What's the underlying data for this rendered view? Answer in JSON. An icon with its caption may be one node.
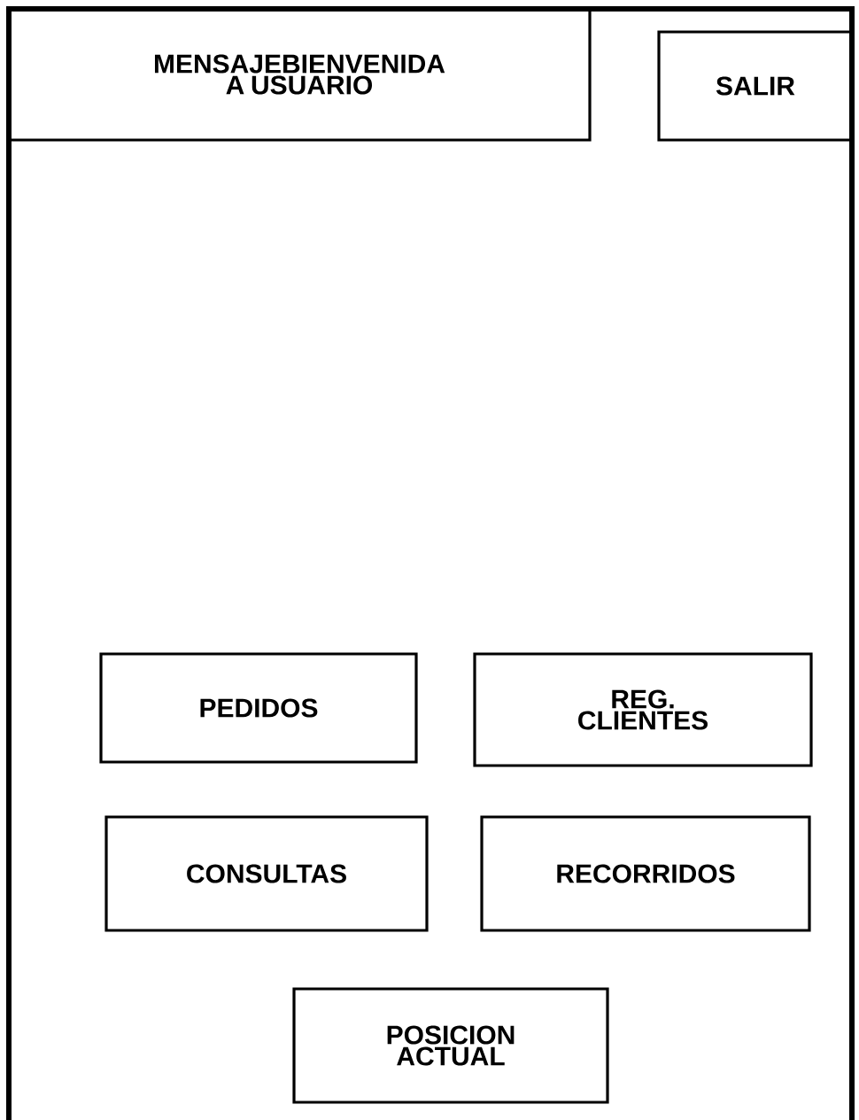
{
  "diagram": {
    "nodes": [
      {
        "text": [],
        "shape": "box"
      },
      {
        "text": [
          "MENSAJEBIENVENIDA A USUARIO"
        ],
        "in": 0
      },
      {
        "text": [
          "SALIR"
        ],
        "in": 0
      },
      {
        "text": [
          "PEDIDOS"
        ],
        "in": 0
      },
      {
        "text": [
          "REG. CLIENTES"
        ],
        "in": 0
      },
      {
        "text": [
          "CONSULTAS"
        ],
        "in": 0
      },
      {
        "text": [
          "RECORRIDOS"
        ],
        "in": 0
      },
      {
        "text": [
          "POSICION ACTUAL"
        ],
        "in": 0
      }
    ]
  }
}
